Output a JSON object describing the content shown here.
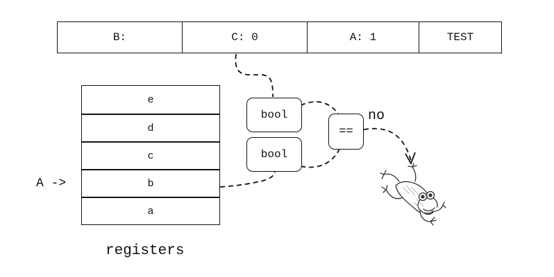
{
  "tape": {
    "cells": [
      "B:",
      "C: 0",
      "A: 1",
      "TEST"
    ]
  },
  "registers": {
    "items": [
      "e",
      "d",
      "c",
      "b",
      "a"
    ],
    "caption": "registers",
    "pointer_label": "A ->"
  },
  "ops": {
    "bool_top": "bool",
    "bool_bottom": "bool",
    "compare": "==",
    "branch_label": "no"
  },
  "icons": {
    "frog": "falling-frog-icon"
  }
}
